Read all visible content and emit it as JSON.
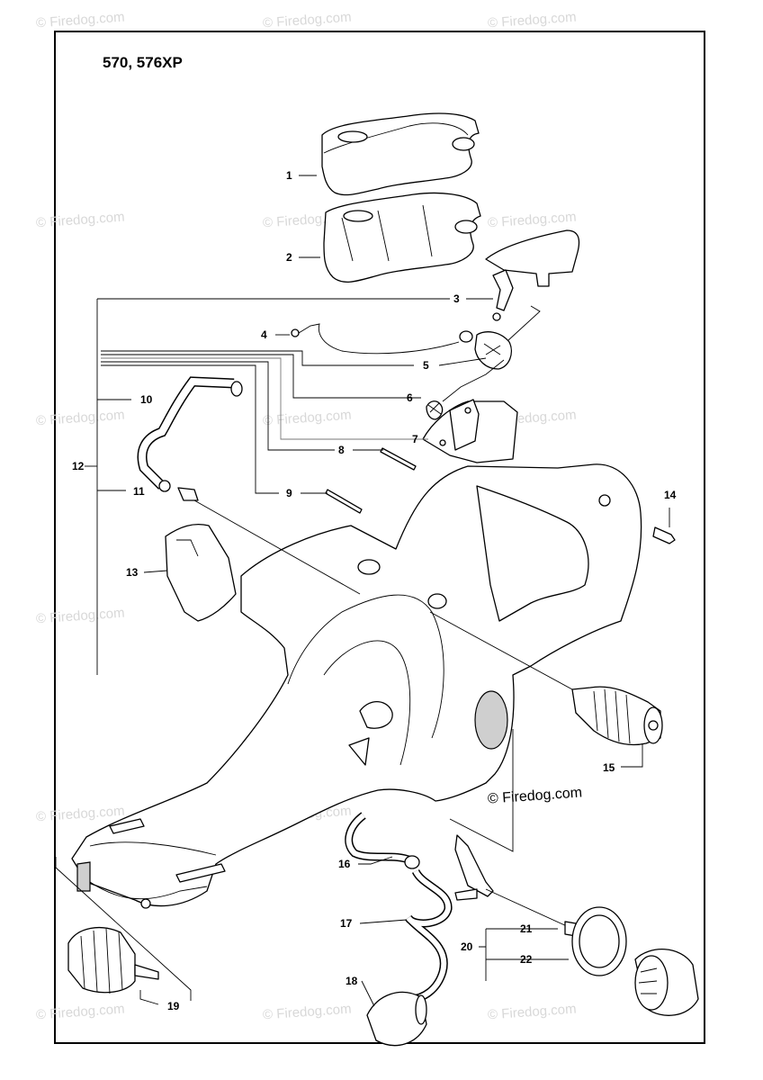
{
  "title": "570, 576XP",
  "copyright": "© Firedog.com",
  "watermark": "© Firedog.com",
  "callouts": [
    "1",
    "2",
    "3",
    "4",
    "5",
    "6",
    "7",
    "8",
    "9",
    "10",
    "11",
    "12",
    "13",
    "14",
    "15",
    "16",
    "17",
    "18",
    "19",
    "20",
    "21",
    "22"
  ]
}
